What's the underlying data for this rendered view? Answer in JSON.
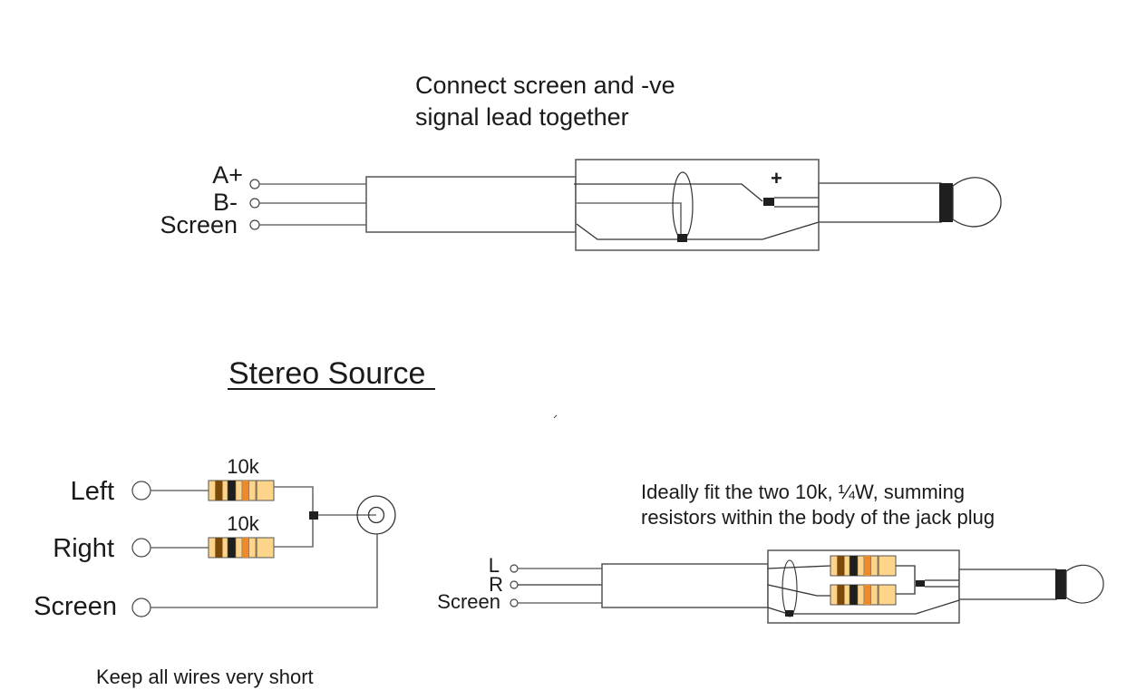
{
  "diagram": {
    "title": "Jack plug wiring: balanced and stereo source connections",
    "section1": {
      "note_line1": "Connect screen and -ve",
      "note_line2": "signal lead together",
      "terminals": [
        {
          "label": "A+"
        },
        {
          "label": "B-"
        },
        {
          "label": "Screen"
        }
      ],
      "plug_tip_label": "+"
    },
    "section2": {
      "heading": "Stereo Source",
      "schematic": {
        "inputs": [
          {
            "label": "Left",
            "resistor": "10k"
          },
          {
            "label": "Right",
            "resistor": "10k"
          },
          {
            "label": "Screen"
          }
        ],
        "footnote": "Keep all wires very short"
      },
      "plug": {
        "note_line1": "Ideally fit the two 10k, ¼W, summing",
        "note_line2": "resistors within the body of the jack plug",
        "terminals": [
          {
            "label": "L"
          },
          {
            "label": "R"
          },
          {
            "label": "Screen"
          }
        ]
      }
    },
    "colors": {
      "resistor_body": "#fcd48a",
      "band_brown": "#7a4a0a",
      "band_black": "#1f1f1f",
      "band_orange": "#ef8a2c",
      "band_gold": "#d9b26a",
      "wire": "#6e6e6e",
      "outline": "#555555"
    }
  }
}
